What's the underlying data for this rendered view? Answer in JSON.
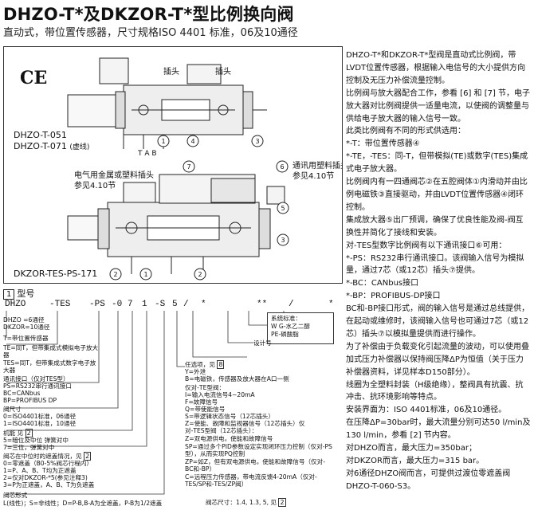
{
  "title": "DHZO-T*及DKZOR-T*型比例换向阀",
  "subtitle": "直动式，带位置传感器，尺寸规格ISO 4401 标准，06及10通径",
  "figure": {
    "ce_mark": "CE",
    "label_plug_1": "插头",
    "label_plug_2": "插头",
    "model_1": "DHZO-T-051",
    "model_2": "DHZO-T-071",
    "model_2_note": "(虚线)",
    "label_metal_plug": "电气用金属或塑料插头",
    "label_ref_1": "参见4.10节",
    "label_comm_plug": "通讯用塑料插头",
    "label_ref_2": "参见4.10节",
    "model_3": "DKZOR-TES-PS-171",
    "port_labels": [
      "T",
      "A",
      "B"
    ],
    "callouts": [
      "1",
      "2",
      "3",
      "4",
      "5",
      "6",
      "7"
    ]
  },
  "right_text": [
    "DHZO-T*和DKZOR-T*型阀是直动式比例阀，带LVDT位置传感器，根据输入电信号的大小提供方向控制及无压力补偿流量控制。",
    "比例阀与放大器配合工作，参看 [6] 和 [7] 节，电子放大器对比例阀提供一适量电流，以使阀的调整量与供给电子放大器的输入信号一致。",
    "此类比例阀有不同的形式供选用：",
    "*-T：带位置传感器④",
    "*-TE，-TES：同-T，但带模拟(TE)或数字(TES)集成式电子放大器。",
    "比例阀内有一四通阀芯②在五腔阀体①内滑动并由比例电磁铁③直接驱动，并由LVDT位置传感器④闭环控制。",
    "集成放大器⑤出厂预调，确保了优良性能及阀-阀互换性并简化了接线和安装。",
    "对-TES型数字比例阀有以下通讯接口⑥可用：",
    "*-PS：RS232串行通讯接口。该阀输入信号为模拟量，通过7芯（或12芯）插头⑦提供。",
    "*-BC：CANbus接口",
    "*-BP：PROFIBUS-DP接口",
    "BC和-BP接口形式，阀的输入信号是通过总线提供，在起动或维修时，该阀输入信号也可通过7芯（或12芯）插头⑦以模拟量提供而进行操作。",
    "为了补偿由于负载变化引起流量的波动，可以使用叠加式压力补偿器以保持阀压降ΔP为恒值（关于压力补偿器资料，详见样本D150部分）。",
    "线圈为全塑料封装（H级绝缘），整阀具有抗震、抗冲击、抗环境影响等特点。",
    "安装界面为：ISO 4401标准，06及10通径。",
    "在压降ΔP=30bar时，最大流量分别可达50 l/min及130 l/min，参看 [2] 节内容。",
    "对DHZO而言，最大压力=350bar；",
    "对DKZOR而言，最大压力=315 bar。",
    "对6通径DHZO阀而言，可提供过渡位零遮盖阀DHZO-T-060-S3。"
  ],
  "model_code": {
    "section_num": "1",
    "section_label": "型号",
    "parts": [
      "DHZO",
      "-TES",
      "-PS",
      "-0",
      "7",
      "1",
      "-S",
      "5",
      "/",
      "*",
      "**",
      "/",
      "*"
    ],
    "labels": [
      "DHZO =6通径",
      "DKZOR=10通径",
      "T=带位置传感器",
      "TE=同T，但带集成式模拟电子放大器",
      "TES=同T，但带集成式数字电子放大器",
      "通讯接口（仅对TES型）",
      "PS=RS232串行通讯接口",
      "BC=CANbus",
      "BP=PROFIBUS DP",
      "阀尺寸",
      "0=ISO4401标准，06通径",
      "1=ISO4401标准，10通径",
      "机能 见",
      "5=暗位及中位 弹簧对中",
      "7=三位，弹簧对中",
      "阀芯在中位时的遮盖情况，见",
      "0=零遮盖（B0-5%阀芯行程内）",
      "1=P、A、B、T均为正遮盖",
      "2=仅对DKZOR-*5(参见注释3)",
      "3=P为正遮盖，A、B、T为负遮盖",
      "阀芯形式",
      "L(线性)；S=非线性；D=P-B,B-A为全遮盖，P-B为1/2遮盖",
      "任选项，见",
      "Y=外泄",
      "B=电磁铁，传感器及放大器在A口一侧",
      "仅对-TE型阀：",
      "I=输入电流信号4~20mA",
      "F=故障信号",
      "Q=带使能信号",
      "S=带逻辑状态信号（12芯插头）",
      "Z=使能、故障和监视器信号（12芯插头）仅对-TES型阀（12芯插头）：",
      "Z=双电源供电，使能和故障信号",
      "SP=通过多个PID参数设定实现闭环压力控制（仅对-PS型），从而实现PQ控制",
      "ZP=如Z，但有双电源供电，使能和故障信号（仅对-BC和-BP）",
      "C=远程压力传感器，带电流反馈4-20mA（仅对-TES/SP和-TES/ZP阀）"
    ],
    "design_label": "设计号",
    "system_lines": [
      "系统标准：",
      "W G-水乙二醇",
      "PE-磷酸脂"
    ],
    "spool_size_note": "阀芯尺寸：1.4, 1.3, 5, 见",
    "spool_size_ref": "2",
    "sub_option_ref": "8",
    "function_ref": "2",
    "overlap_ref": "2",
    "options_ref": "8"
  }
}
